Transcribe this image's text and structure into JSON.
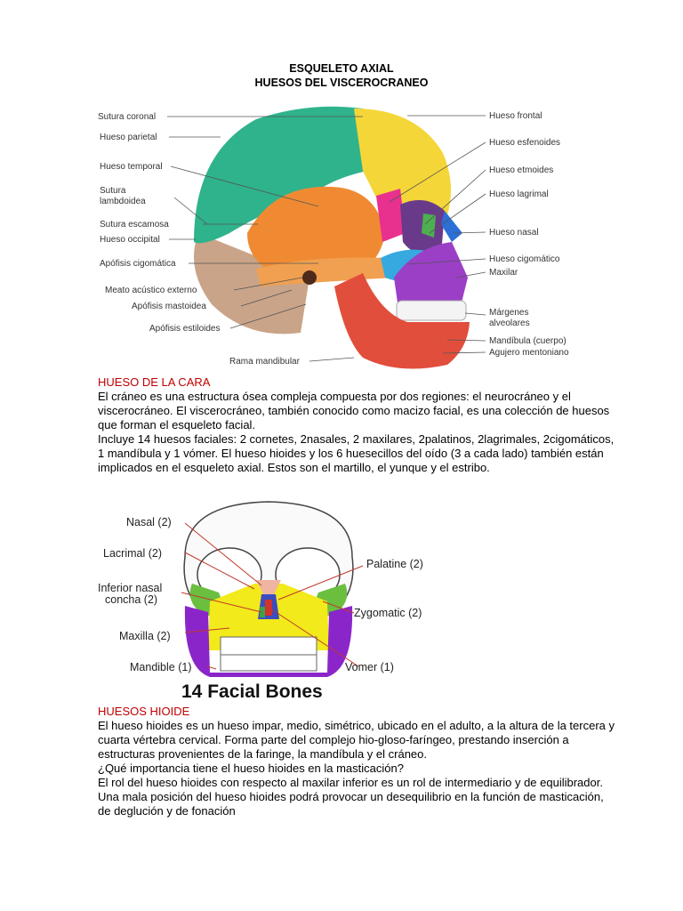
{
  "header": {
    "title1": "ESQUELETO AXIAL",
    "title2": "HUESOS DEL VISCEROCRANEO"
  },
  "skull_figure": {
    "left_labels": [
      "Sutura coronal",
      "Hueso parietal",
      "Hueso temporal",
      "Sutura",
      "lambdoidea",
      "Sutura escamosa",
      "Hueso occipital",
      "Apófisis cigomática",
      "Meato acústico externo",
      "Apófisis mastoidea",
      "Apófisis estiloides",
      "Rama mandibular"
    ],
    "right_labels": [
      "Hueso frontal",
      "Hueso esfenoides",
      "Hueso etmoides",
      "Hueso lagrimal",
      "Hueso nasal",
      "Hueso cigomático",
      "Maxilar",
      "Márgenes",
      "alveolares",
      "Mandíbula (cuerpo)",
      "Agujero mentoniano"
    ]
  },
  "section1": {
    "heading": "HUESO DE LA CARA",
    "lines": [
      "El cráneo es una estructura ósea compleja compuesta por dos regiones: el neurocráneo y el",
      "viscerocráneo. El viscerocráneo, también conocido como macizo facial, es una colección de huesos",
      "que forman el esqueleto facial.",
      "Incluye 14 huesos faciales: 2 cornetes, 2nasales, 2 maxilares, 2palatinos, 2lagrimales, 2cigomáticos,",
      "1 mandíbula y 1 vómer. El hueso hioides y los 6 huesecillos del oído (3 a cada lado) también están",
      "implicados en el esqueleto axial. Estos son el martillo, el yunque y el estribo."
    ]
  },
  "facial_figure": {
    "labels": [
      "Nasal (2)",
      "Lacrimal (2)",
      "Inferior nasal",
      "concha (2)",
      "Maxilla (2)",
      "Mandible (1)",
      "Palatine (2)",
      "Zygomatic (2)",
      "Vomer (1)"
    ],
    "caption": "14 Facial Bones"
  },
  "section2": {
    "heading": "HUESOS HIOIDE",
    "lines": [
      "El hueso hioides es un hueso impar, medio, simétrico, ubicado en el adulto, a la altura de la tercera y",
      "cuarta vértebra cervical. Forma parte del complejo hio-gloso-faríngeo, prestando inserción a",
      "estructuras provenientes de la faringe, la mandíbula y el cráneo.",
      "¿Qué importancia tiene el hueso hioides en la masticación?",
      "El rol del hueso hioides con respecto al maxilar inferior es un rol de intermediario y de equilibrador.",
      "Una mala posición del hueso hioides podrá provocar un desequilibrio en la función de masticación,",
      "de deglución y de fonación"
    ]
  }
}
